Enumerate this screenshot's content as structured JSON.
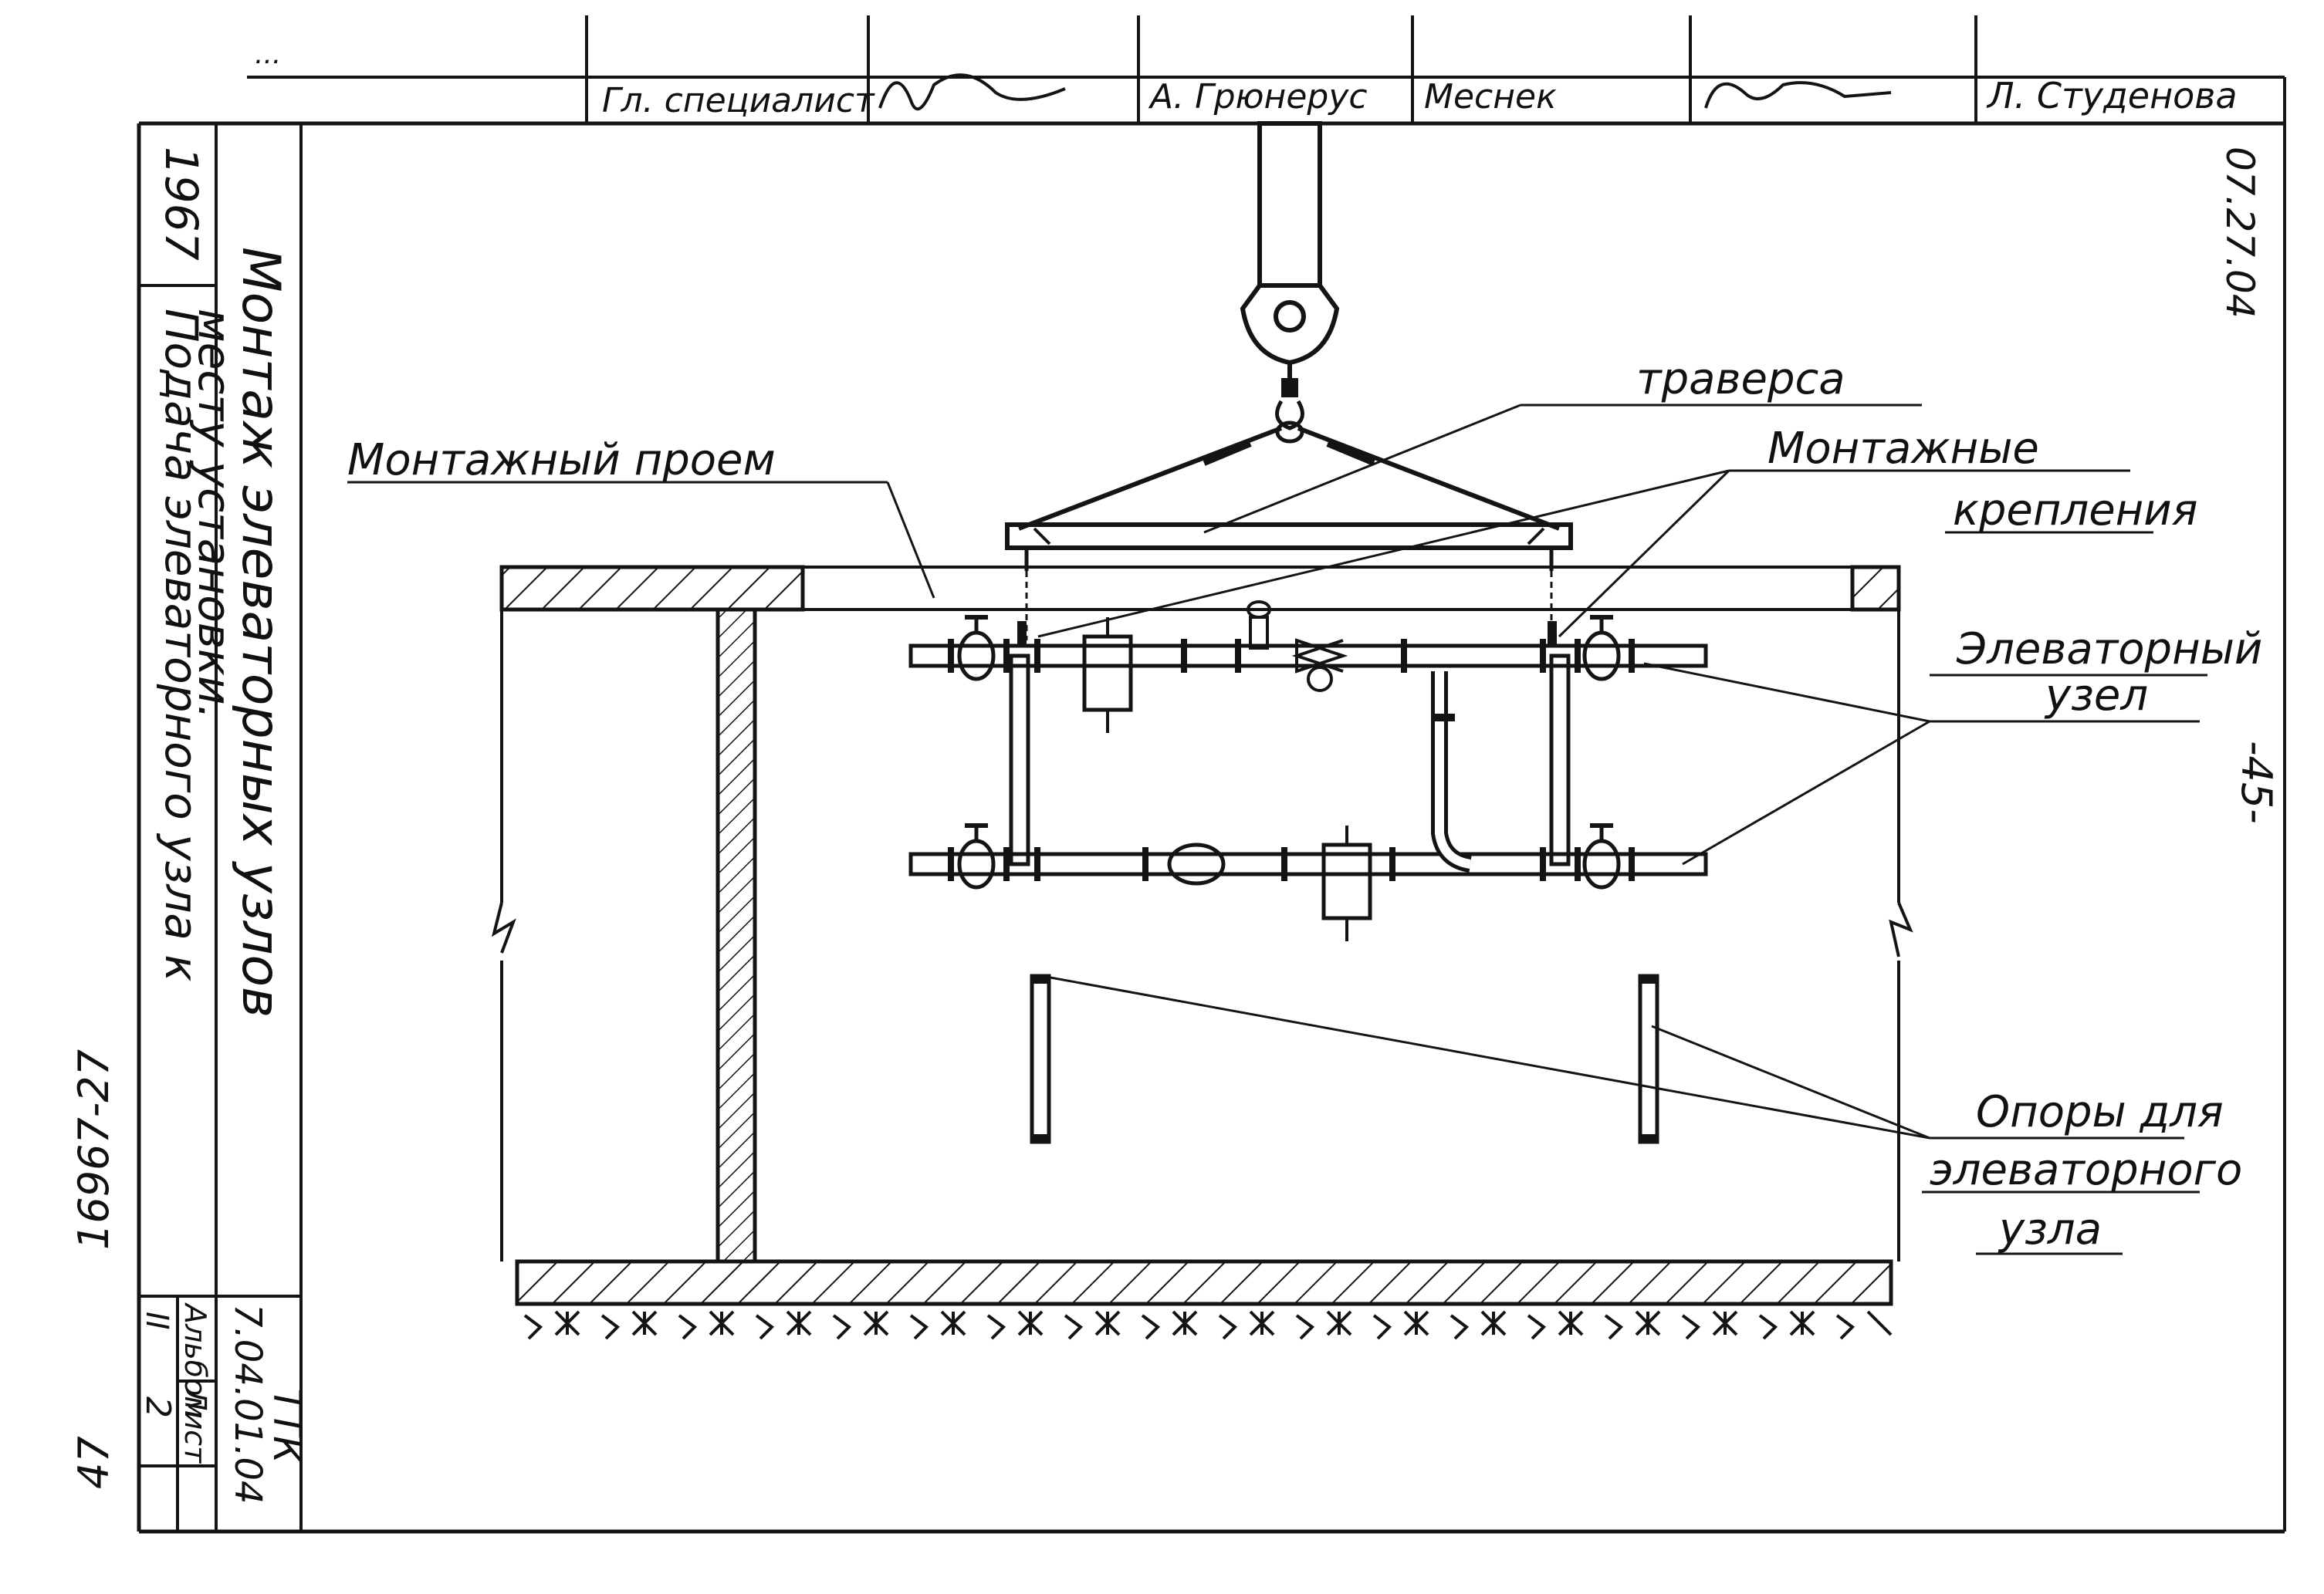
{
  "title_block": {
    "top_row_partial": "...",
    "role": "Гл. специалист",
    "name_1": "А. Грюнерус",
    "name_2": "Меснек",
    "name_3": "Л. Студенова",
    "doc_code_top": "07.27.04",
    "page_number": "-45-"
  },
  "side_block": {
    "year": "1967",
    "title_main": "Монтаж элеваторных узлов",
    "subtitle_line1": "Подача элеваторного узла к",
    "subtitle_line2": "месту установки.",
    "ttk_label": "ТТК",
    "ttk_code": "7.04.01.04",
    "album_label": "Альбом",
    "album_value": "II",
    "sheet_label": "Лист",
    "sheet_value": "2",
    "archive_number": "16967-27",
    "archive_page": "47"
  },
  "labels": {
    "montage_opening": "Монтажный проем",
    "traverse": "траверса",
    "montage_fasteners_1": "Монтажные",
    "montage_fasteners_2": "крепления",
    "elevator_node_1": "Элеваторный",
    "elevator_node_2": "узел",
    "supports_1": "Опоры для",
    "supports_2": "элеваторного",
    "supports_3": "узла"
  }
}
